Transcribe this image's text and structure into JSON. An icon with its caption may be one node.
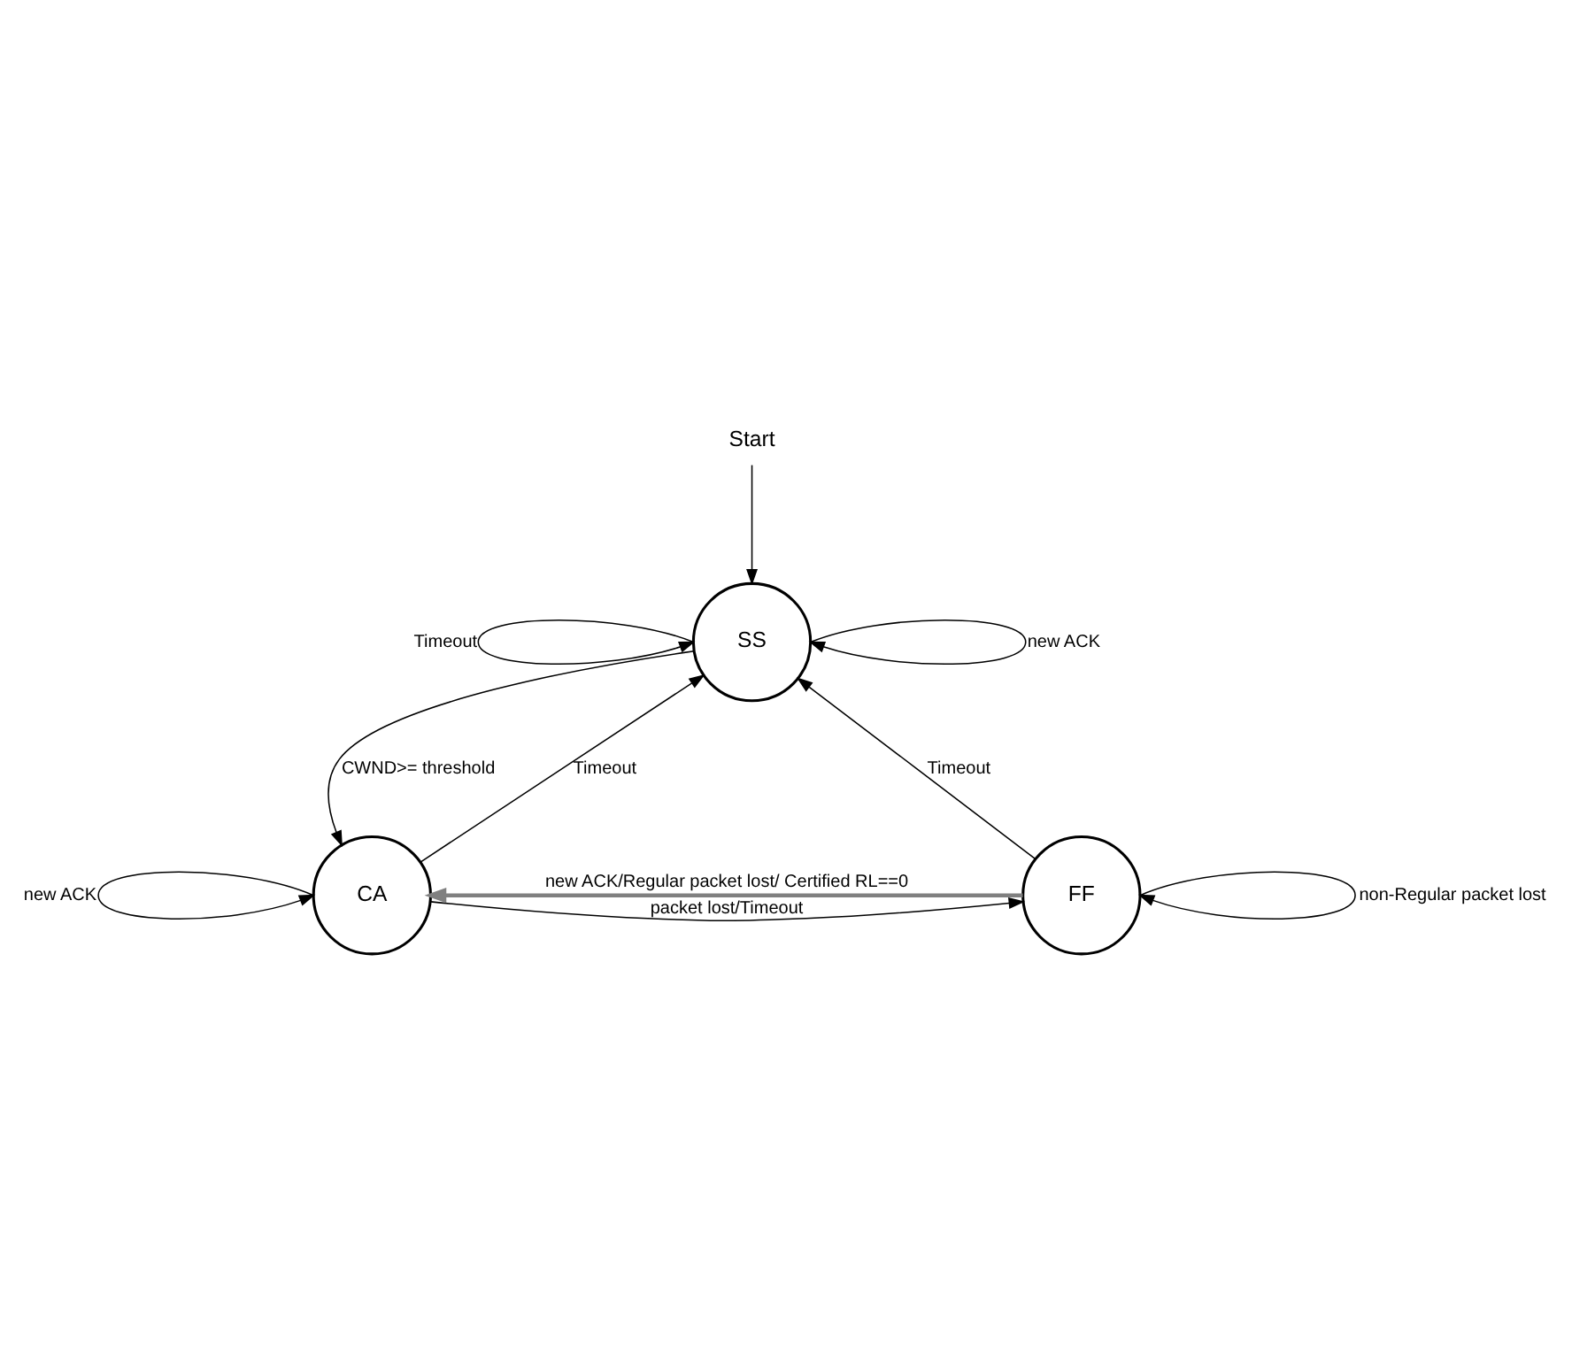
{
  "diagram": {
    "nodes": [
      {
        "text": [
          "Start"
        ]
      },
      {
        "text": [
          "SS"
        ]
      },
      {
        "text": [
          "CA"
        ]
      },
      {
        "text": [
          "FF"
        ]
      }
    ],
    "edges": [
      {
        "from": 0,
        "to": 1,
        "arrow": "to"
      },
      {
        "from": 1,
        "to": 1,
        "arrow": "to",
        "label": "Timeout"
      },
      {
        "from": 1,
        "to": 1,
        "arrow": "to",
        "label": "new ACK"
      },
      {
        "from": 2,
        "to": 1,
        "arrow": "to",
        "label": "Timeout"
      },
      {
        "from": 1,
        "to": 2,
        "arrow": "to",
        "label": "CWND>= threshold"
      },
      {
        "from": 3,
        "to": 1,
        "arrow": "to",
        "label": "Timeout"
      },
      {
        "from": 2,
        "to": 3,
        "arrow": "to",
        "label": "packet lost/Timeout"
      },
      {
        "from": 3,
        "to": 2,
        "arrow": "to",
        "label": "new ACK/Regular packet lost/ Certified RL==0",
        "style": "thick",
        "color": "#808080"
      },
      {
        "from": 2,
        "to": 2,
        "arrow": "to",
        "label": "new ACK"
      },
      {
        "from": 3,
        "to": 3,
        "arrow": "to",
        "label": "non-Regular packet lost"
      }
    ]
  }
}
